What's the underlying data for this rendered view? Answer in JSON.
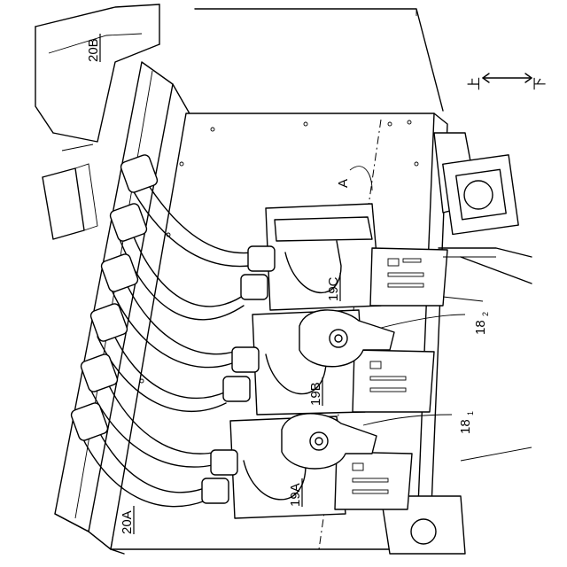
{
  "figure": {
    "labels": {
      "housing_upper": "20B",
      "housing_lower": "20A",
      "connector_c": "19C",
      "connector_b": "19B",
      "connector_a": "19A",
      "lever_2_main": "18",
      "lever_2_sub": "2",
      "lever_1_main": "18",
      "lever_1_sub": "1",
      "line_a": "A",
      "dir_up": "上",
      "dir_down": "下"
    }
  }
}
